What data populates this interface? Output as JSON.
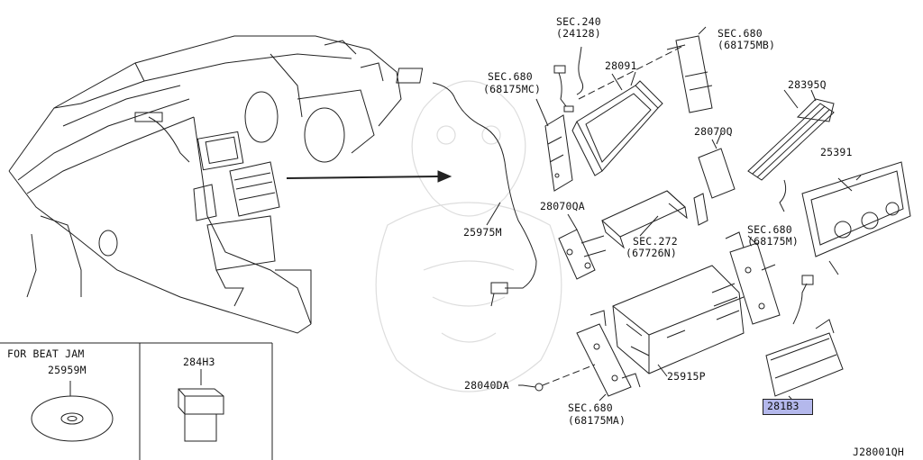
{
  "diagram": {
    "code": "J28001QH",
    "inset_left_title": "FOR BEAT JAM",
    "parts": {
      "p25959M": "25959M",
      "p284H3": "284H3",
      "p24128_sec": "SEC.240",
      "p24128": "(24128)",
      "p680mb_sec": "SEC.680",
      "p680mb": "(68175MB)",
      "p28091": "28091",
      "p680mc_sec": "SEC.680",
      "p680mc": "(68175MC)",
      "p28395Q": "28395Q",
      "p28070Q": "28070Q",
      "p25391": "25391",
      "p28070QA": "28070QA",
      "p272_sec": "SEC.272",
      "p67726N": "(67726N)",
      "p680m_sec": "SEC.680",
      "p68175M": "(68175M)",
      "p25975M": "25975M",
      "p28040DA": "28040DA",
      "p25915P": "25915P",
      "p680ma_sec": "SEC.680",
      "p68175MA": "(68175MA)",
      "p281B3": "281B3"
    },
    "highlight_color": "#b4b8ec"
  }
}
